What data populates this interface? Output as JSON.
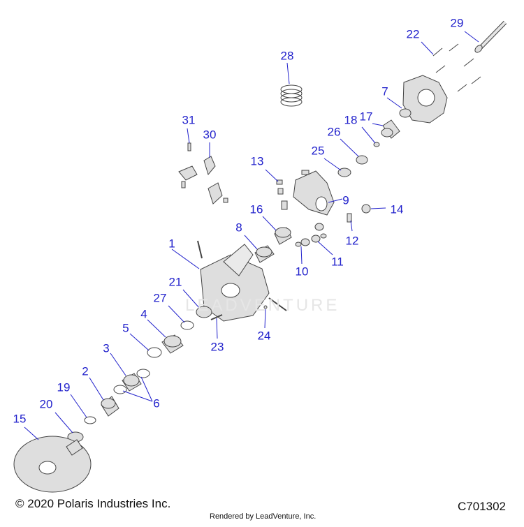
{
  "callouts": [
    {
      "id": "1",
      "text": "1"
    },
    {
      "id": "2",
      "text": "2"
    },
    {
      "id": "3",
      "text": "3"
    },
    {
      "id": "4",
      "text": "4"
    },
    {
      "id": "5",
      "text": "5"
    },
    {
      "id": "6",
      "text": "6"
    },
    {
      "id": "7",
      "text": "7"
    },
    {
      "id": "8",
      "text": "8"
    },
    {
      "id": "9",
      "text": "9"
    },
    {
      "id": "10",
      "text": "10"
    },
    {
      "id": "11",
      "text": "11"
    },
    {
      "id": "12",
      "text": "12"
    },
    {
      "id": "13",
      "text": "13"
    },
    {
      "id": "14",
      "text": "14"
    },
    {
      "id": "15",
      "text": "15"
    },
    {
      "id": "16",
      "text": "16"
    },
    {
      "id": "17",
      "text": "17"
    },
    {
      "id": "18",
      "text": "18"
    },
    {
      "id": "19",
      "text": "19"
    },
    {
      "id": "20",
      "text": "20"
    },
    {
      "id": "21",
      "text": "21"
    },
    {
      "id": "22",
      "text": "22"
    },
    {
      "id": "23",
      "text": "23"
    },
    {
      "id": "24",
      "text": "24"
    },
    {
      "id": "25",
      "text": "25"
    },
    {
      "id": "26",
      "text": "26"
    },
    {
      "id": "27",
      "text": "27"
    },
    {
      "id": "28",
      "text": "28"
    },
    {
      "id": "29",
      "text": "29"
    },
    {
      "id": "30",
      "text": "30"
    },
    {
      "id": "31",
      "text": "31"
    }
  ],
  "watermark": "LEADVENTURE",
  "footer": {
    "copyright": "© 2020 Polaris Industries Inc.",
    "rendered_by": "Rendered by LeadVenture, Inc.",
    "part_code": "C701302"
  },
  "colors": {
    "callout": "#2222cc",
    "line": "#2222cc",
    "part_fill": "#dedede",
    "part_stroke": "#444444"
  }
}
